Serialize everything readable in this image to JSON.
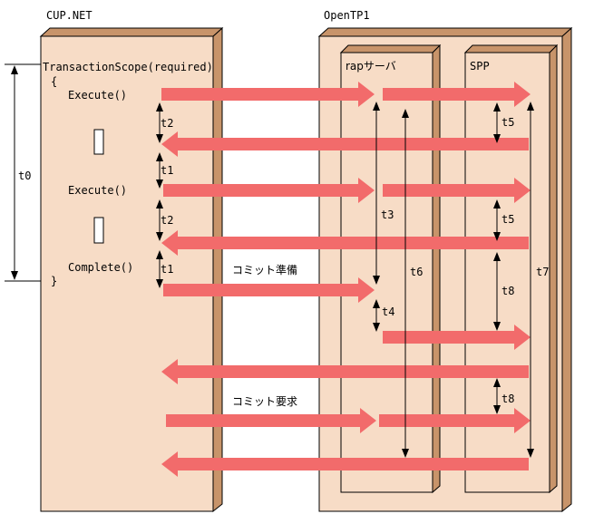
{
  "left_box_title": "CUP.NET",
  "right_box_title": "OpenTP1",
  "rap_label": "rapサーバ",
  "spp_label": "SPP",
  "code": {
    "line1": "TransactionScope(required)",
    "open_brace": "{",
    "execute1": "Execute()",
    "execute2": "Execute()",
    "complete": "Complete()",
    "close_brace": "}"
  },
  "timings": {
    "t0": "t0",
    "t1a": "t1",
    "t1b": "t1",
    "t2a": "t2",
    "t2b": "t2",
    "t3": "t3",
    "t4": "t4",
    "t5a": "t5",
    "t5b": "t5",
    "t6": "t6",
    "t7": "t7",
    "t8a": "t8",
    "t8b": "t8"
  },
  "messages": {
    "commit_prepare": "コミット準備",
    "commit_request": "コミット要求"
  },
  "colors": {
    "box_fill": "#f7dcc6",
    "box_side": "#c8946a",
    "arrow": "#f26b6b"
  }
}
